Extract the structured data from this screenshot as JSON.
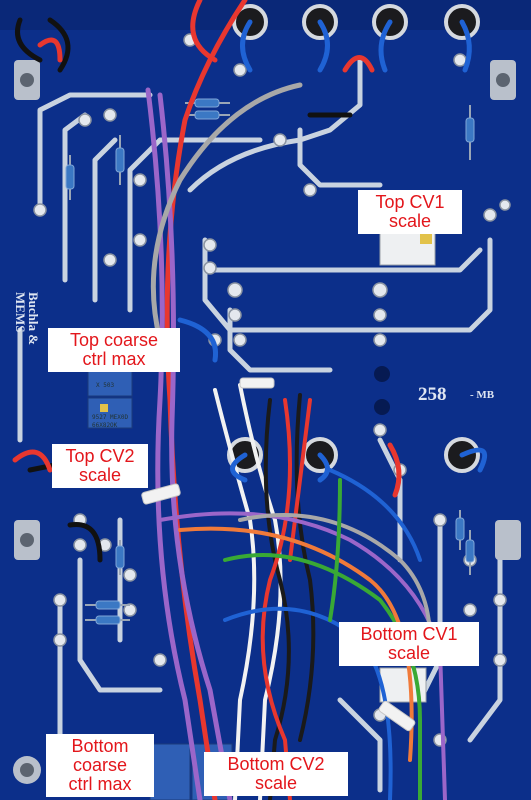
{
  "labels": {
    "top_cv1": [
      "Top CV1",
      "scale"
    ],
    "top_coarse": [
      "Top coarse",
      "ctrl max"
    ],
    "top_cv2": [
      "Top CV2",
      "scale"
    ],
    "bottom_cv1": [
      "Bottom CV1",
      "scale"
    ],
    "bottom_cv2": [
      "Bottom CV2",
      "scale"
    ],
    "bottom_coarse": [
      "Bottom",
      "coarse",
      "ctrl max"
    ]
  },
  "silkscreen": {
    "model": "258",
    "model_suffix": "- MB",
    "brand": "Buchla & MEMS"
  },
  "trimmer_markings": {
    "top_coarse": [
      "X 503",
      "9527 MEX0D"
    ],
    "top_cv2": "66X82OK"
  },
  "colors": {
    "pcb": "#0c2f8a",
    "trace": "#c9d3e0",
    "label_bg": "#ffffff",
    "label_text": "#e3161b",
    "wire_red": "#e8372f",
    "wire_purple": "#9b66c9",
    "wire_white": "#f2f2f2",
    "wire_black": "#1a1a1a",
    "wire_green": "#39a935",
    "wire_blue": "#1f62d4",
    "wire_grey": "#a8a8a8",
    "wire_orange": "#f07a3a"
  }
}
